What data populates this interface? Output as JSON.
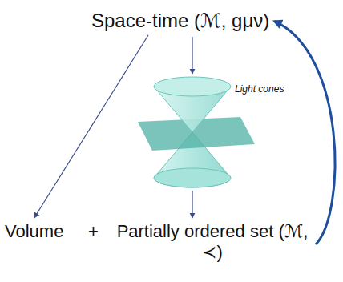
{
  "diagram": {
    "nodes": [
      {
        "text": [
          "Space-time (ℳ, gμν)"
        ]
      },
      {
        "text": [
          "Volume"
        ]
      },
      {
        "text": [
          "Partially ordered set (ℳ, ≺)"
        ]
      }
    ],
    "edges": [
      {
        "from": 0,
        "to": 1,
        "arrow": "to"
      },
      {
        "from": 2,
        "to": 0,
        "arrow": "to"
      }
    ],
    "labels": [
      "Light cones",
      "+"
    ]
  }
}
